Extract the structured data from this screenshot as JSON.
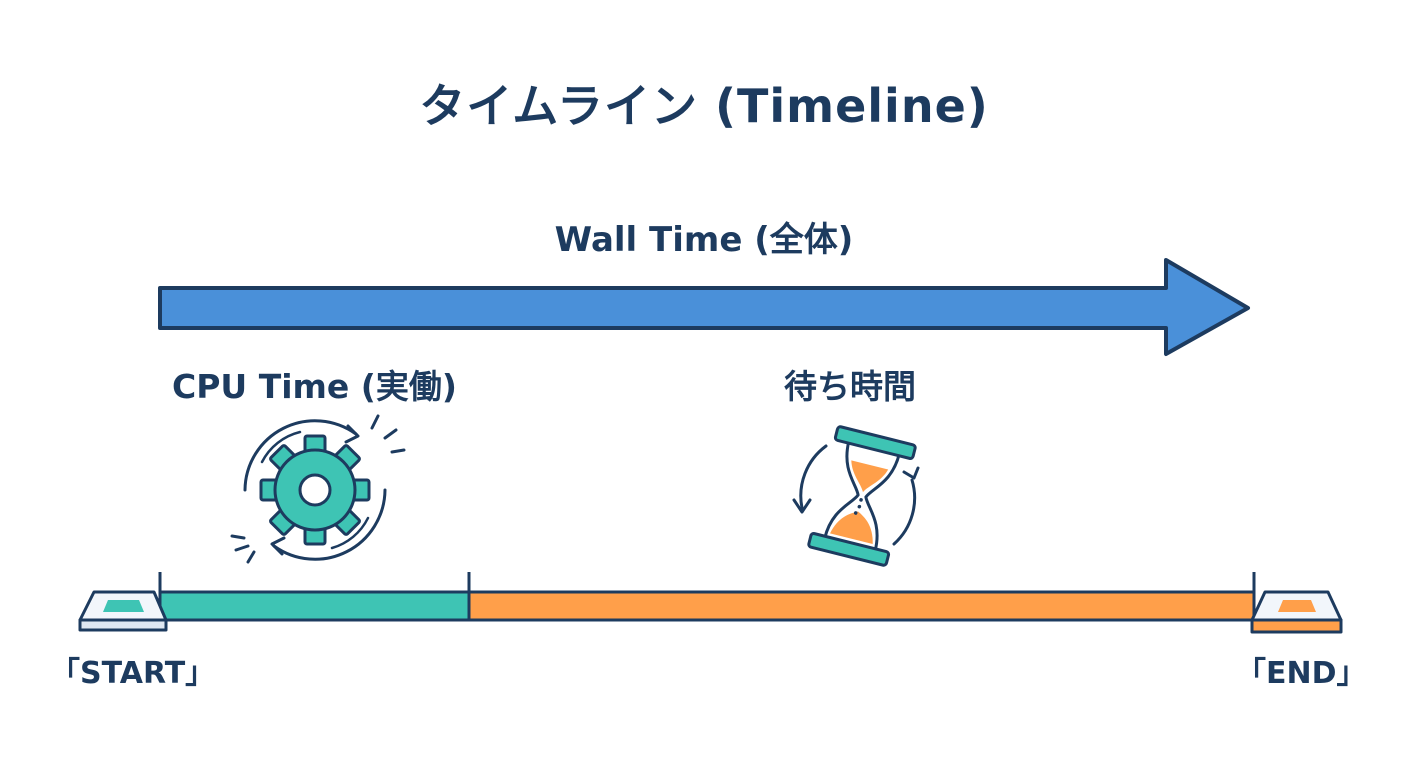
{
  "title": "タイムライン (Timeline)",
  "wall_time": {
    "label": "Wall Time (全体)"
  },
  "cpu_time": {
    "label": "CPU Time (実働)"
  },
  "wait_time": {
    "label": "待ち時間"
  },
  "start": {
    "label": "「START」"
  },
  "end": {
    "label": "「END」"
  },
  "icons": {
    "cpu": "gear-icon",
    "wait": "hourglass-icon",
    "start": "start-marker-icon",
    "end": "end-marker-icon"
  },
  "colors": {
    "text": "#1d3b5f",
    "wall_arrow": "#4a90d9",
    "cpu_segment": "#3ec4b4",
    "wait_segment": "#ff9f4a",
    "outline": "#1d3b5f"
  }
}
